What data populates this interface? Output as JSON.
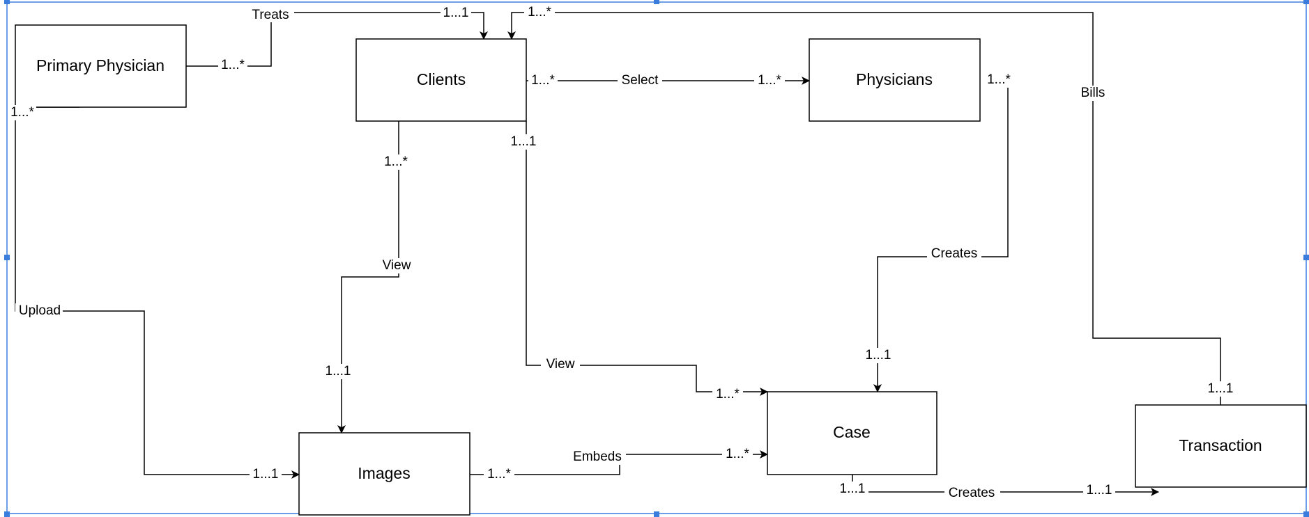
{
  "diagram": {
    "entities": {
      "primary_physician": "Primary Physician",
      "clients": "Clients",
      "physicians": "Physicians",
      "images": "Images",
      "case": "Case",
      "transaction": "Transaction"
    },
    "relations": {
      "treats": "Treats",
      "select": "Select",
      "bills": "Bills",
      "view_images": "View",
      "creates_case": "Creates",
      "upload": "Upload",
      "view_case": "View",
      "embeds": "Embeds",
      "creates_transaction": "Creates"
    },
    "multiplicities": {
      "pp_treats": "1...*",
      "clients_treats": "1...1",
      "clients_bills": "1...*",
      "pp_upload": "1...*",
      "clients_select": "1...*",
      "physicians_select": "1...*",
      "physicians_creates": "1...*",
      "clients_view_images": "1...*",
      "clients_view_case": "1...1",
      "images_view": "1...1",
      "case_creates": "1...1",
      "transaction_bills": "1...1",
      "images_upload": "1...1",
      "images_embeds": "1...*",
      "case_embeds": "1...*",
      "case_view": "1...*",
      "case_creates_tx": "1...1",
      "transaction_creates": "1...1"
    },
    "colors": {
      "frame_selection": "#3b7ddd",
      "stroke": "#000000",
      "background": "#ffffff"
    }
  }
}
